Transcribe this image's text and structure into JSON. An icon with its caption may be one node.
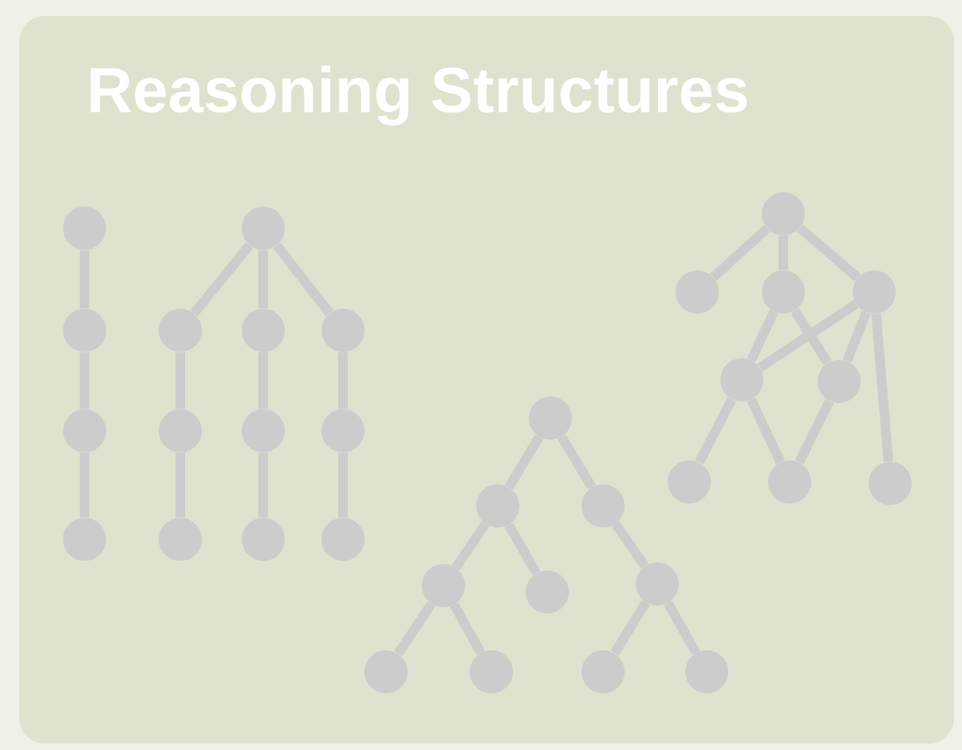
{
  "diagram": {
    "title": "Reasoning Structures",
    "nodes": [
      {
        "text": [],
        "shape": "circle"
      },
      {
        "text": [],
        "shape": "circle"
      },
      {
        "text": [],
        "shape": "circle"
      },
      {
        "text": [],
        "shape": "circle"
      },
      {
        "text": [],
        "shape": "circle"
      },
      {
        "text": [],
        "shape": "circle"
      },
      {
        "text": [],
        "shape": "circle"
      },
      {
        "text": [],
        "shape": "circle"
      },
      {
        "text": [],
        "shape": "circle"
      },
      {
        "text": [],
        "shape": "circle"
      },
      {
        "text": [],
        "shape": "circle"
      },
      {
        "text": [],
        "shape": "circle"
      },
      {
        "text": [],
        "shape": "circle"
      },
      {
        "text": [],
        "shape": "circle"
      },
      {
        "text": [],
        "shape": "circle"
      },
      {
        "text": [],
        "shape": "circle"
      },
      {
        "text": [],
        "shape": "circle"
      },
      {
        "text": [],
        "shape": "circle"
      },
      {
        "text": [],
        "shape": "circle"
      },
      {
        "text": [],
        "shape": "circle"
      },
      {
        "text": [],
        "shape": "circle"
      },
      {
        "text": [],
        "shape": "circle"
      },
      {
        "text": [],
        "shape": "circle"
      },
      {
        "text": [],
        "shape": "circle"
      },
      {
        "text": [],
        "shape": "circle"
      },
      {
        "text": [],
        "shape": "circle"
      },
      {
        "text": [],
        "shape": "circle"
      },
      {
        "text": [],
        "shape": "circle"
      },
      {
        "text": [],
        "shape": "circle"
      },
      {
        "text": [],
        "shape": "circle"
      },
      {
        "text": [],
        "shape": "circle"
      },
      {
        "text": [],
        "shape": "circle"
      },
      {
        "text": [],
        "shape": "circle"
      }
    ],
    "edges": [
      {
        "from": 0,
        "to": 1,
        "arrow": "none"
      },
      {
        "from": 1,
        "to": 2,
        "arrow": "none"
      },
      {
        "from": 2,
        "to": 3,
        "arrow": "none"
      },
      {
        "from": 4,
        "to": 5,
        "arrow": "none"
      },
      {
        "from": 4,
        "to": 6,
        "arrow": "none"
      },
      {
        "from": 4,
        "to": 7,
        "arrow": "none"
      },
      {
        "from": 5,
        "to": 8,
        "arrow": "none"
      },
      {
        "from": 6,
        "to": 9,
        "arrow": "none"
      },
      {
        "from": 7,
        "to": 10,
        "arrow": "none"
      },
      {
        "from": 8,
        "to": 11,
        "arrow": "none"
      },
      {
        "from": 9,
        "to": 12,
        "arrow": "none"
      },
      {
        "from": 10,
        "to": 13,
        "arrow": "none"
      },
      {
        "from": 14,
        "to": 15,
        "arrow": "none"
      },
      {
        "from": 14,
        "to": 16,
        "arrow": "none"
      },
      {
        "from": 15,
        "to": 17,
        "arrow": "none"
      },
      {
        "from": 15,
        "to": 18,
        "arrow": "none"
      },
      {
        "from": 16,
        "to": 19,
        "arrow": "none"
      },
      {
        "from": 17,
        "to": 20,
        "arrow": "none"
      },
      {
        "from": 17,
        "to": 21,
        "arrow": "none"
      },
      {
        "from": 19,
        "to": 22,
        "arrow": "none"
      },
      {
        "from": 19,
        "to": 23,
        "arrow": "none"
      },
      {
        "from": 24,
        "to": 25,
        "arrow": "none"
      },
      {
        "from": 24,
        "to": 26,
        "arrow": "none"
      },
      {
        "from": 24,
        "to": 27,
        "arrow": "none"
      },
      {
        "from": 26,
        "to": 28,
        "arrow": "none"
      },
      {
        "from": 26,
        "to": 29,
        "arrow": "none"
      },
      {
        "from": 27,
        "to": 28,
        "arrow": "none"
      },
      {
        "from": 27,
        "to": 29,
        "arrow": "none"
      },
      {
        "from": 27,
        "to": 32,
        "arrow": "none"
      },
      {
        "from": 28,
        "to": 30,
        "arrow": "none"
      },
      {
        "from": 28,
        "to": 31,
        "arrow": "none"
      },
      {
        "from": 29,
        "to": 31,
        "arrow": "none"
      }
    ]
  }
}
